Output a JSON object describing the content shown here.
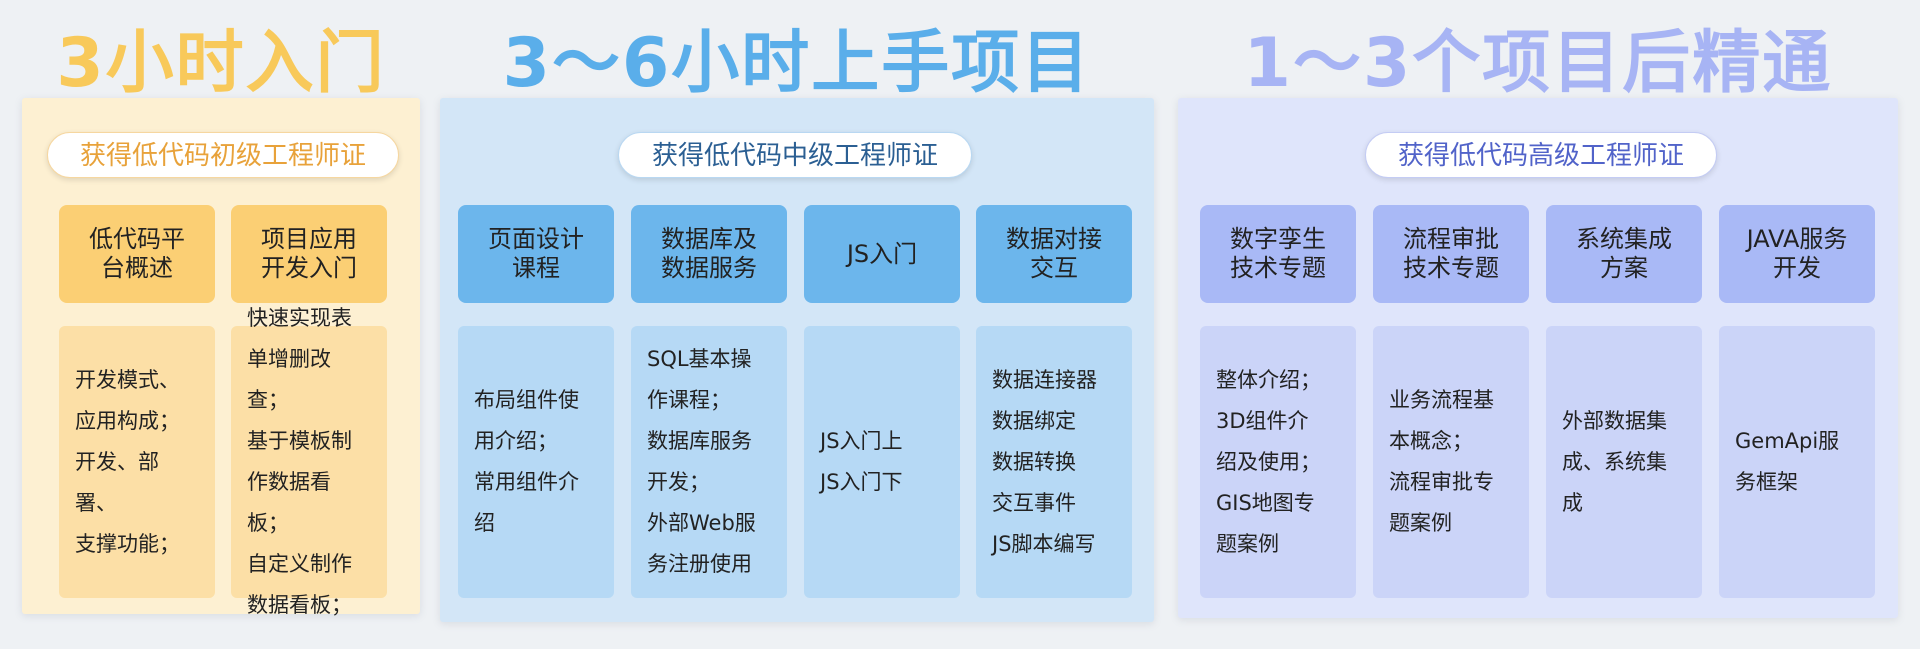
{
  "stages": [
    {
      "title": "3小时入门",
      "certificate": "获得低代码初级工程师证",
      "columns": [
        {
          "topic": "低代码平\n台概述",
          "details": "开发模式、\n应用构成；\n开发、部署、\n支撑功能；"
        },
        {
          "topic": "项目应用\n开发入门",
          "details": "快速实现表\n单增删改查；\n基于模板制\n作数据看板；\n自定义制作\n数据看板；"
        }
      ]
    },
    {
      "title": "3～6小时上手项目",
      "certificate": "获得低代码中级工程师证",
      "columns": [
        {
          "topic": "页面设计\n课程",
          "details": "布局组件使\n用介绍；\n常用组件介\n绍"
        },
        {
          "topic": "数据库及\n数据服务",
          "details": "SQL基本操\n作课程；\n数据库服务\n开发；\n外部Web服\n务注册使用"
        },
        {
          "topic": "JS入门",
          "details": "JS入门上\nJS入门下"
        },
        {
          "topic": "数据对接\n交互",
          "details": "数据连接器\n数据绑定\n数据转换\n交互事件\nJS脚本编写"
        }
      ]
    },
    {
      "title": "1～3个项目后精通",
      "certificate": "获得低代码高级工程师证",
      "columns": [
        {
          "topic": "数字孪生\n技术专题",
          "details": "整体介绍；\n3D组件介\n绍及使用；\nGIS地图专\n题案例"
        },
        {
          "topic": "流程审批\n技术专题",
          "details": "业务流程基\n本概念；\n流程审批专\n题案例"
        },
        {
          "topic": "系统集成\n方案",
          "details": "外部数据集\n成、系统集\n成"
        },
        {
          "topic": "JAVA服务\n开发",
          "details": "GemApi服\n务框架"
        }
      ]
    }
  ],
  "colors": {
    "stage1_accent": "#f8c95a",
    "stage2_accent": "#5aaeea",
    "stage3_accent": "#a7b4f4"
  }
}
